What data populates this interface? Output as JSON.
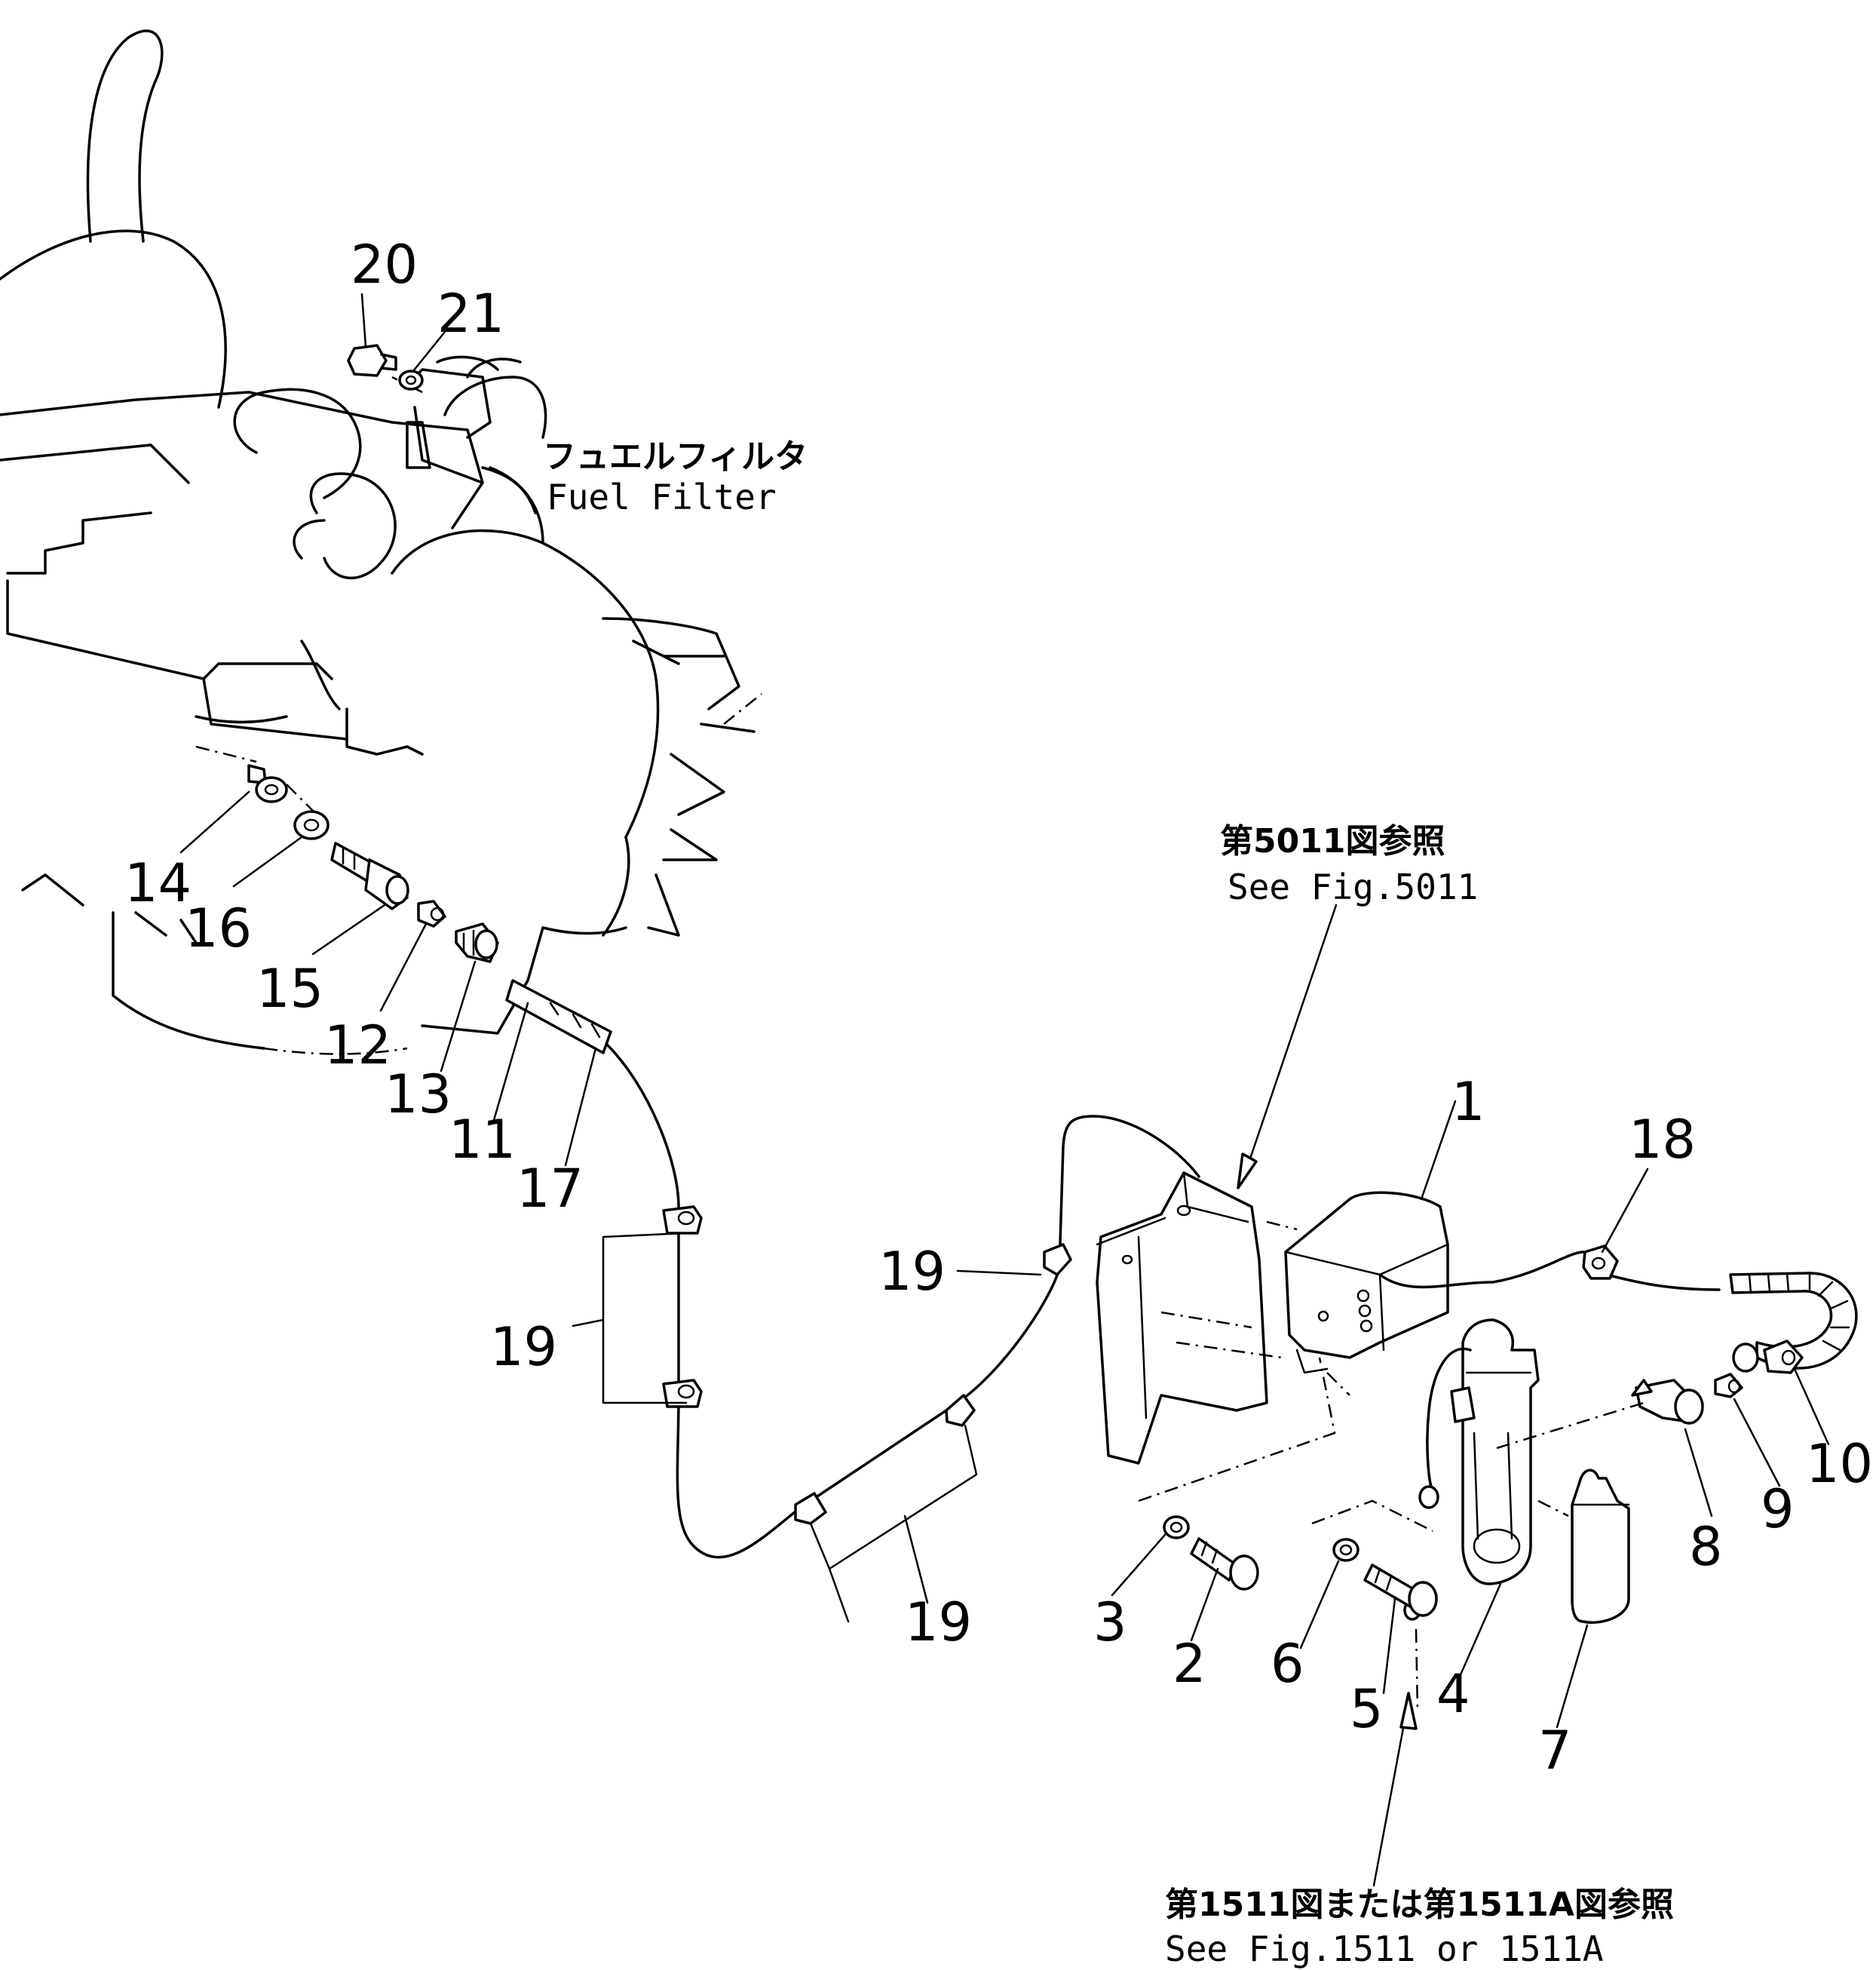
{
  "callouts": {
    "c1": "1",
    "c2": "2",
    "c3": "3",
    "c4": "4",
    "c5": "5",
    "c6": "6",
    "c7": "7",
    "c8": "8",
    "c9": "9",
    "c10": "10",
    "c11": "11",
    "c12": "12",
    "c13": "13",
    "c14": "14",
    "c15": "15",
    "c16": "16",
    "c17": "17",
    "c18": "18",
    "c19a": "19",
    "c19b": "19",
    "c19c": "19",
    "c20": "20",
    "c21": "21"
  },
  "labels": {
    "fuel_filter_jp": "フュエルフィルタ",
    "fuel_filter_en": "Fuel Filter",
    "see_fig_5011_jp": "第5011図参照",
    "see_fig_5011_en": "See Fig.5011",
    "see_fig_1511_jp": "第1511図または第1511A図参照",
    "see_fig_1511_en": "See Fig.1511 or 1511A"
  }
}
